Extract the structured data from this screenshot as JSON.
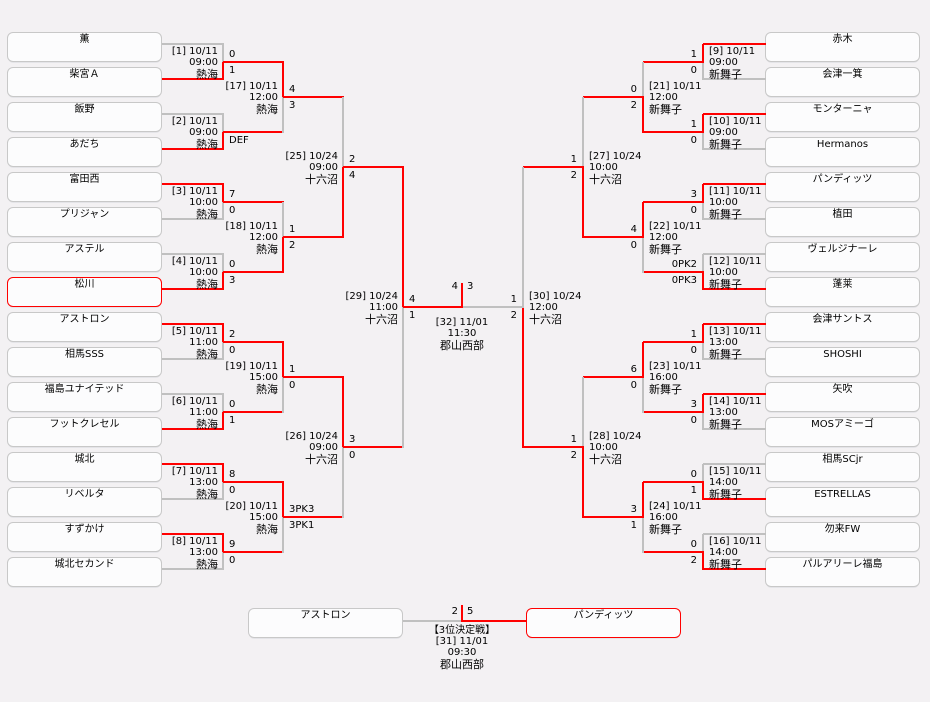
{
  "colors": {
    "win": "#ff0000",
    "lose": "#c0c0c0"
  },
  "left_teams": [
    "薫",
    "柴宮Ａ",
    "飯野",
    "あだち",
    "富田西",
    "プリジャン",
    "アステル",
    "松川",
    "アストロン",
    "相馬SSS",
    "福島ユナイテッド",
    "フットクレセル",
    "城北",
    "リベルタ",
    "すずかけ",
    "城北セカンド"
  ],
  "right_teams": [
    "赤木",
    "会津一箕",
    "モンターニャ",
    "Hermanos",
    "パンディッツ",
    "植田",
    "ヴェルジナーレ",
    "蓬莱",
    "会津サントス",
    "SHOSHI",
    "矢吹",
    "MOSアミーゴ",
    "相馬SCjr",
    "ESTRELLAS",
    "勿来FW",
    "パルアリーレ福島"
  ],
  "champion": "松川",
  "left_rounds": [
    [
      {
        "label": "[1] 10/11",
        "time": "09:00",
        "venue": "熱海",
        "scores": [
          "0",
          "1"
        ],
        "winner": 1
      },
      {
        "label": "[2] 10/11",
        "time": "09:00",
        "venue": "熱海",
        "scores": [
          "",
          "DEF"
        ],
        "winner": 1
      },
      {
        "label": "[3] 10/11",
        "time": "10:00",
        "venue": "熱海",
        "scores": [
          "7",
          "0"
        ],
        "winner": 0
      },
      {
        "label": "[4] 10/11",
        "time": "10:00",
        "venue": "熱海",
        "scores": [
          "0",
          "3"
        ],
        "winner": 1
      },
      {
        "label": "[5] 10/11",
        "time": "11:00",
        "venue": "熱海",
        "scores": [
          "2",
          "0"
        ],
        "winner": 0
      },
      {
        "label": "[6] 10/11",
        "time": "11:00",
        "venue": "熱海",
        "scores": [
          "0",
          "1"
        ],
        "winner": 1
      },
      {
        "label": "[7] 10/11",
        "time": "13:00",
        "venue": "熱海",
        "scores": [
          "8",
          "0"
        ],
        "winner": 0
      },
      {
        "label": "[8] 10/11",
        "time": "13:00",
        "venue": "熱海",
        "scores": [
          "9",
          "0"
        ],
        "winner": 0
      }
    ],
    [
      {
        "label": "[17] 10/11",
        "time": "12:00",
        "venue": "熱海",
        "scores": [
          "4",
          "3"
        ],
        "winner": 0
      },
      {
        "label": "[18] 10/11",
        "time": "12:00",
        "venue": "熱海",
        "scores": [
          "1",
          "2"
        ],
        "winner": 1
      },
      {
        "label": "[19] 10/11",
        "time": "15:00",
        "venue": "熱海",
        "scores": [
          "1",
          "0"
        ],
        "winner": 0
      },
      {
        "label": "[20] 10/11",
        "time": "15:00",
        "venue": "熱海",
        "scores": [
          "3PK3",
          "3PK1"
        ],
        "winner": 0
      }
    ],
    [
      {
        "label": "[25] 10/24",
        "time": "09:00",
        "venue": "十六沼",
        "scores": [
          "2",
          "4"
        ],
        "winner": 1
      },
      {
        "label": "[26] 10/24",
        "time": "09:00",
        "venue": "十六沼",
        "scores": [
          "3",
          "0"
        ],
        "winner": 0
      }
    ],
    [
      {
        "label": "[29] 10/24",
        "time": "11:00",
        "venue": "十六沼",
        "scores": [
          "4",
          "1"
        ],
        "winner": 0
      }
    ]
  ],
  "right_rounds": [
    [
      {
        "label": "[9] 10/11",
        "time": "09:00",
        "venue": "新舞子",
        "scores": [
          "1",
          "0"
        ],
        "winner": 0
      },
      {
        "label": "[10] 10/11",
        "time": "09:00",
        "venue": "新舞子",
        "scores": [
          "1",
          "0"
        ],
        "winner": 0
      },
      {
        "label": "[11] 10/11",
        "time": "10:00",
        "venue": "新舞子",
        "scores": [
          "3",
          "0"
        ],
        "winner": 0
      },
      {
        "label": "[12] 10/11",
        "time": "10:00",
        "venue": "新舞子",
        "scores": [
          "0PK2",
          "0PK3"
        ],
        "winner": 1
      },
      {
        "label": "[13] 10/11",
        "time": "13:00",
        "venue": "新舞子",
        "scores": [
          "1",
          "0"
        ],
        "winner": 0
      },
      {
        "label": "[14] 10/11",
        "time": "13:00",
        "venue": "新舞子",
        "scores": [
          "3",
          "0"
        ],
        "winner": 0
      },
      {
        "label": "[15] 10/11",
        "time": "14:00",
        "venue": "新舞子",
        "scores": [
          "0",
          "1"
        ],
        "winner": 1
      },
      {
        "label": "[16] 10/11",
        "time": "14:00",
        "venue": "新舞子",
        "scores": [
          "0",
          "2"
        ],
        "winner": 1
      }
    ],
    [
      {
        "label": "[21] 10/11",
        "time": "12:00",
        "venue": "新舞子",
        "scores": [
          "0",
          "2"
        ],
        "winner": 1
      },
      {
        "label": "[22] 10/11",
        "time": "12:00",
        "venue": "新舞子",
        "scores": [
          "4",
          "0"
        ],
        "winner": 0
      },
      {
        "label": "[23] 10/11",
        "time": "16:00",
        "venue": "新舞子",
        "scores": [
          "6",
          "0"
        ],
        "winner": 0
      },
      {
        "label": "[24] 10/11",
        "time": "16:00",
        "venue": "新舞子",
        "scores": [
          "3",
          "1"
        ],
        "winner": 0
      }
    ],
    [
      {
        "label": "[27] 10/24",
        "time": "10:00",
        "venue": "十六沼",
        "scores": [
          "1",
          "2"
        ],
        "winner": 1
      },
      {
        "label": "[28] 10/24",
        "time": "10:00",
        "venue": "十六沼",
        "scores": [
          "1",
          "2"
        ],
        "winner": 1
      }
    ],
    [
      {
        "label": "[30] 10/24",
        "time": "12:00",
        "venue": "十六沼",
        "scores": [
          "1",
          "2"
        ],
        "winner": 1
      }
    ]
  ],
  "final": {
    "label": "[32] 11/01",
    "time": "11:30",
    "venue": "郡山西部",
    "scores": [
      "4",
      "3"
    ],
    "winner": 0
  },
  "third_place": {
    "title": "【3位決定戦】",
    "label": "[31] 11/01",
    "time": "09:30",
    "venue": "郡山西部",
    "teams": [
      "アストロン",
      "パンディッツ"
    ],
    "scores": [
      "2",
      "5"
    ],
    "winner": 1
  }
}
